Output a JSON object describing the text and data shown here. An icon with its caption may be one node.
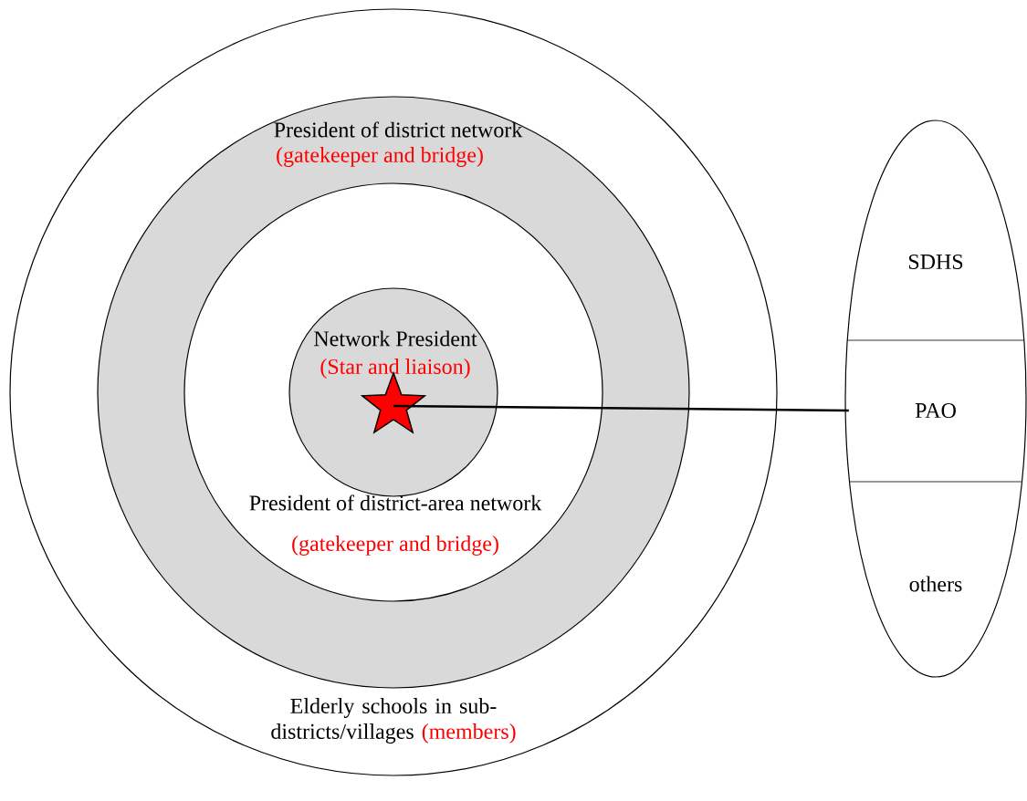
{
  "diagram": {
    "nodes": [
      {
        "text": [
          "Elderly schools in sub-districts/villages",
          "(members)"
        ]
      },
      {
        "text": [
          "President of district network",
          "(gatekeeper and bridge)"
        ],
        "in": 0
      },
      {
        "text": [
          "President of district-area network",
          "(gatekeeper and bridge)"
        ],
        "in": 1
      },
      {
        "text": [
          "Network President",
          "(Star and liaison)"
        ],
        "in": 2
      },
      {
        "text": [],
        "shape": "star",
        "in": 3
      },
      {
        "text": [],
        "shape": "ellipse"
      },
      {
        "text": [
          "SDHS"
        ],
        "in": 5
      },
      {
        "text": [
          "PAO"
        ],
        "in": 5
      },
      {
        "text": [
          "others"
        ],
        "in": 5
      }
    ],
    "edges": [
      {
        "from": 4,
        "to": 7,
        "arrow": "none"
      }
    ]
  }
}
